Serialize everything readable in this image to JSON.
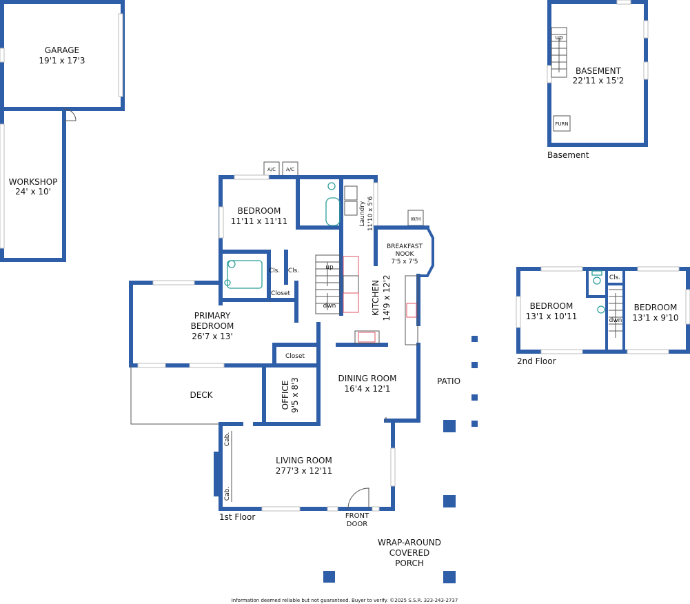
{
  "rooms": {
    "garage": {
      "name": "GARAGE",
      "dims": "19'1 x 17'3"
    },
    "workshop": {
      "name": "WORKSHOP",
      "dims": "24' x 10'"
    },
    "basement": {
      "name": "BASEMENT",
      "dims": "22'11 x 15'2"
    },
    "bedroom_1": {
      "name": "BEDROOM",
      "dims": "11'11 x 11'11"
    },
    "laundry": {
      "name": "Laundry",
      "dims": "11'10 x 5'6"
    },
    "breakfast_nook": {
      "name_1": "BREAKFAST",
      "name_2": "NOOK",
      "dims": "7'5 x 7'5"
    },
    "kitchen": {
      "name": "KITCHEN",
      "dims": "14'9 x 12'2"
    },
    "primary_bedroom": {
      "name_1": "PRIMARY",
      "name_2": "BEDROOM",
      "dims": "26'7 x 13'"
    },
    "deck": {
      "name": "DECK"
    },
    "office": {
      "name": "OFFICE",
      "dims": "9'5 x 8'3"
    },
    "dining_room": {
      "name": "DINING ROOM",
      "dims": "16'4 x 12'1"
    },
    "patio": {
      "name": "PATIO"
    },
    "living_room": {
      "name": "LIVING ROOM",
      "dims": "277'3 x 12'11"
    },
    "front_door": {
      "line_1": "FRONT",
      "line_2": "DOOR"
    },
    "porch": {
      "line_1": "WRAP-AROUND",
      "line_2": "COVERED",
      "line_3": "PORCH"
    },
    "bedroom_2a": {
      "name": "BEDROOM",
      "dims": "13'1 x 10'11"
    },
    "bedroom_2b": {
      "name": "BEDROOM",
      "dims": "13'1 x 9'10"
    }
  },
  "fixtures": {
    "ac": "A/C",
    "water_heater": "W/H",
    "furnace": "FURN",
    "closet_short": "Cls.",
    "closet": "Closet",
    "cabinet": "Cab.",
    "stairs_up": "up",
    "stairs_down": "dwn"
  },
  "floor_labels": {
    "basement": "Basement",
    "first": "1st Floor",
    "second": "2nd Floor"
  },
  "footer": "Information deemed reliable but not guaranteed. Buyer to verify. ©2025 S.S.R. 323-243-2737",
  "colors": {
    "wall": "#2f5ea8",
    "fixture": "#2a9d9a",
    "kitchen": "#e05060"
  }
}
